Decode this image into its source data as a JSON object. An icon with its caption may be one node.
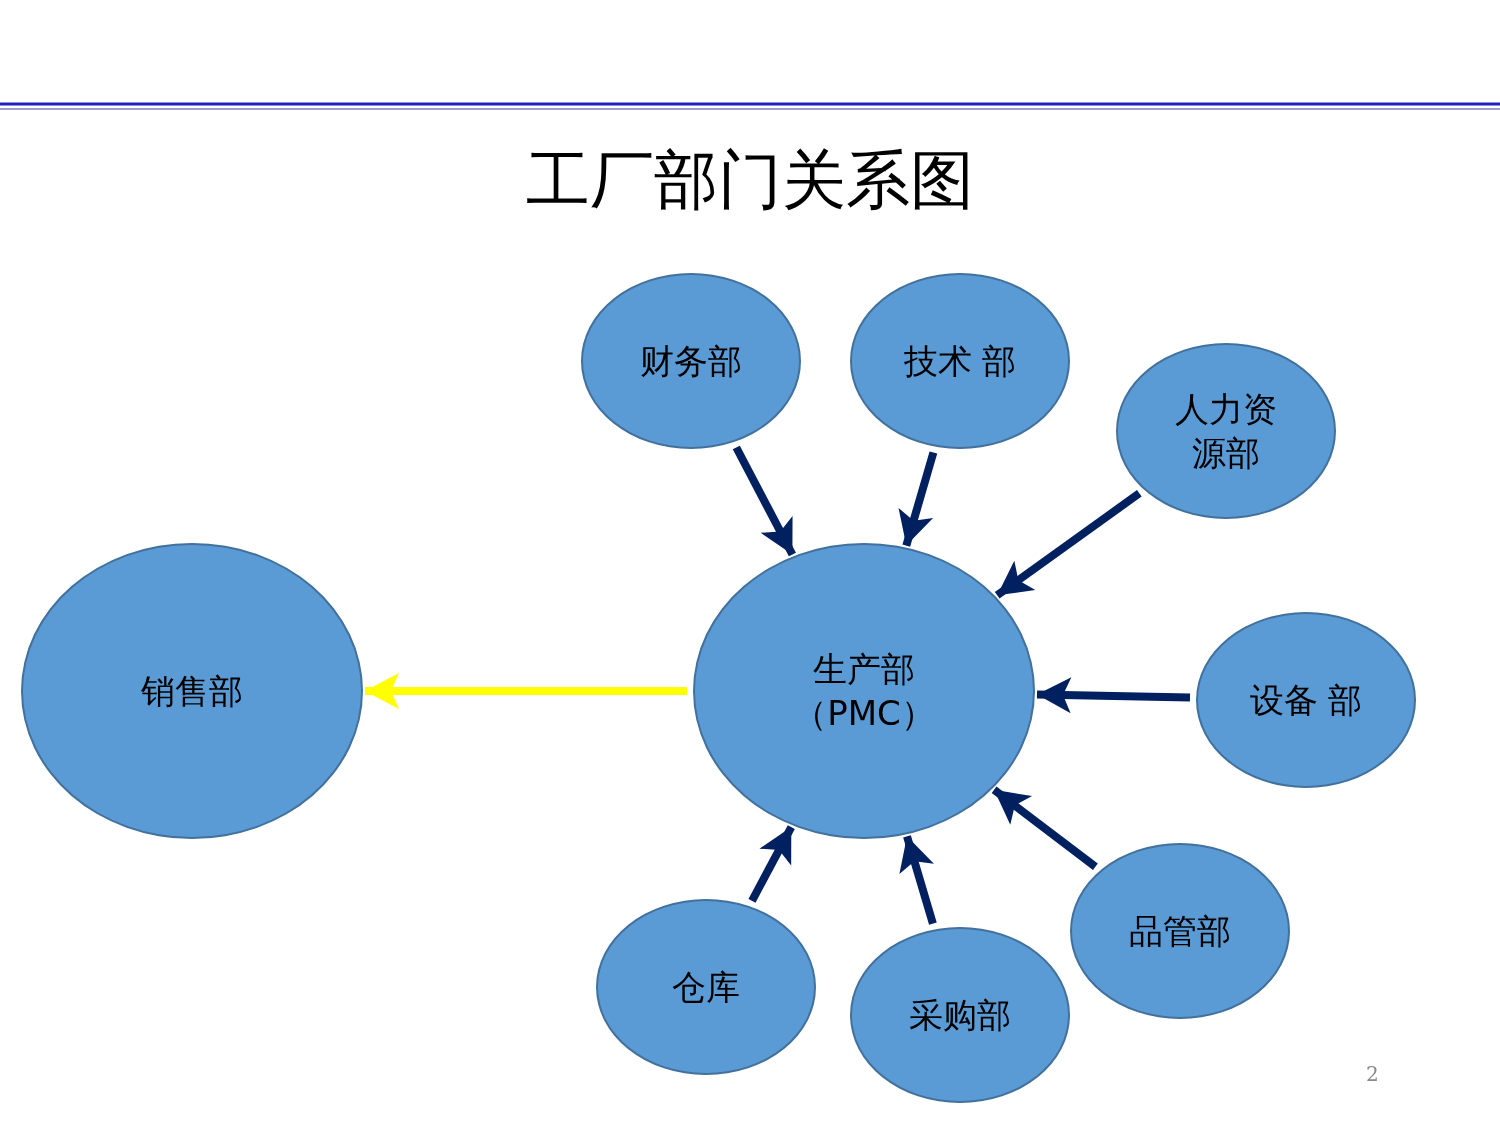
{
  "diagram": {
    "title": "工厂部门关系图",
    "nodes": [
      {
        "text": [
          "生产部",
          "（PMC）"
        ]
      },
      {
        "text": [
          "销售部"
        ]
      },
      {
        "text": [
          "财务部"
        ]
      },
      {
        "text": [
          "技术 部"
        ]
      },
      {
        "text": [
          "人力资源部"
        ]
      },
      {
        "text": [
          "设备 部"
        ]
      },
      {
        "text": [
          "品管部"
        ]
      },
      {
        "text": [
          "采购部"
        ]
      },
      {
        "text": [
          "仓库"
        ]
      }
    ],
    "edges": [
      {
        "from": 0,
        "to": 1,
        "arrow": "to",
        "color": "#ffff00"
      },
      {
        "from": 2,
        "to": 0,
        "arrow": "to"
      },
      {
        "from": 3,
        "to": 0,
        "arrow": "to"
      },
      {
        "from": 4,
        "to": 0,
        "arrow": "to"
      },
      {
        "from": 5,
        "to": 0,
        "arrow": "to"
      },
      {
        "from": 6,
        "to": 0,
        "arrow": "to"
      },
      {
        "from": 7,
        "to": 0,
        "arrow": "to"
      },
      {
        "from": 8,
        "to": 0,
        "arrow": "to"
      }
    ],
    "labels": [
      "2"
    ]
  }
}
